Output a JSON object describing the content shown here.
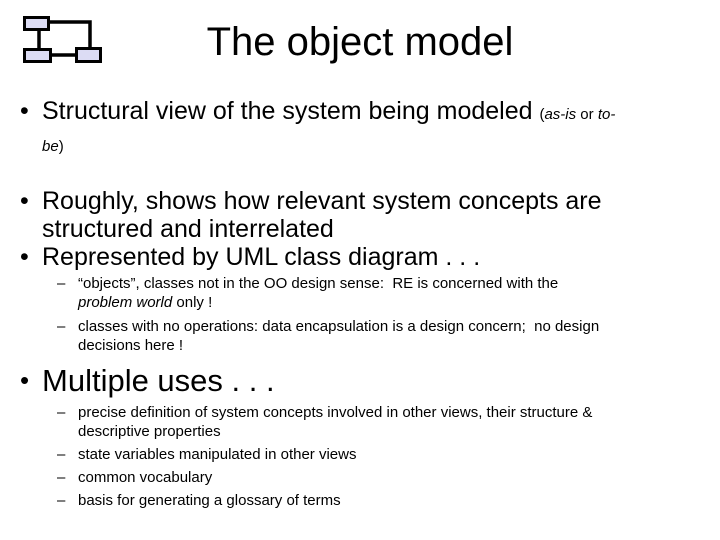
{
  "slide": {
    "title": "The object model",
    "icon": "class-diagram-icon",
    "colors": {
      "background": "#ffffff",
      "text": "#000000",
      "icon_fill": "#dcdcf4",
      "icon_stroke": "#000000"
    },
    "markers": {
      "level1": "•",
      "level2": "–"
    },
    "bullets": {
      "b1": {
        "l1_main": "Structural view of the system being modeled ",
        "l1_paren": "(",
        "l1_it1": "as-is",
        "l1_mid": " or ",
        "l1_it2": "to-",
        "l2_it": "be",
        "l2_paren": ")"
      },
      "b2": {
        "l1": "Roughly, shows how relevant system concepts are",
        "l2": "structured and interrelated"
      },
      "b3": {
        "l1": "Represented by UML class diagram . . ."
      },
      "b3_sub1": {
        "l1": "“objects”, classes not in the OO design sense:  RE is concerned with the",
        "l2_it": "problem world",
        "l2_rest": " only !"
      },
      "b3_sub2": {
        "l1": "classes with no operations: data encapsulation is a design concern;  no design",
        "l2": "decisions here !"
      },
      "b4": {
        "l1": "Multiple uses . . ."
      },
      "b4_sub1": {
        "l1": "precise definition of system concepts involved in other views, their structure &",
        "l2": "descriptive properties"
      },
      "b4_sub2": {
        "l1": "state variables manipulated in other views"
      },
      "b4_sub3": {
        "l1": "common vocabulary"
      },
      "b4_sub4": {
        "l1": "basis for generating a glossary of terms"
      }
    }
  }
}
